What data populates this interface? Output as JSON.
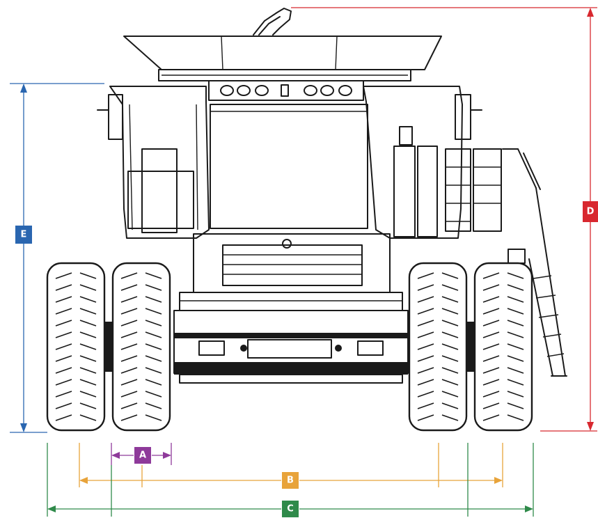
{
  "diagram": {
    "subject": "combine-harvester-rear-view",
    "dimensions": [
      {
        "id": "A",
        "label": "A",
        "color": "#8e3a9a"
      },
      {
        "id": "B",
        "label": "B",
        "color": "#e8a33a"
      },
      {
        "id": "C",
        "label": "C",
        "color": "#2f8a4a"
      },
      {
        "id": "D",
        "label": "D",
        "color": "#d8282f"
      },
      {
        "id": "E",
        "label": "E",
        "color": "#2a66b0"
      }
    ]
  }
}
